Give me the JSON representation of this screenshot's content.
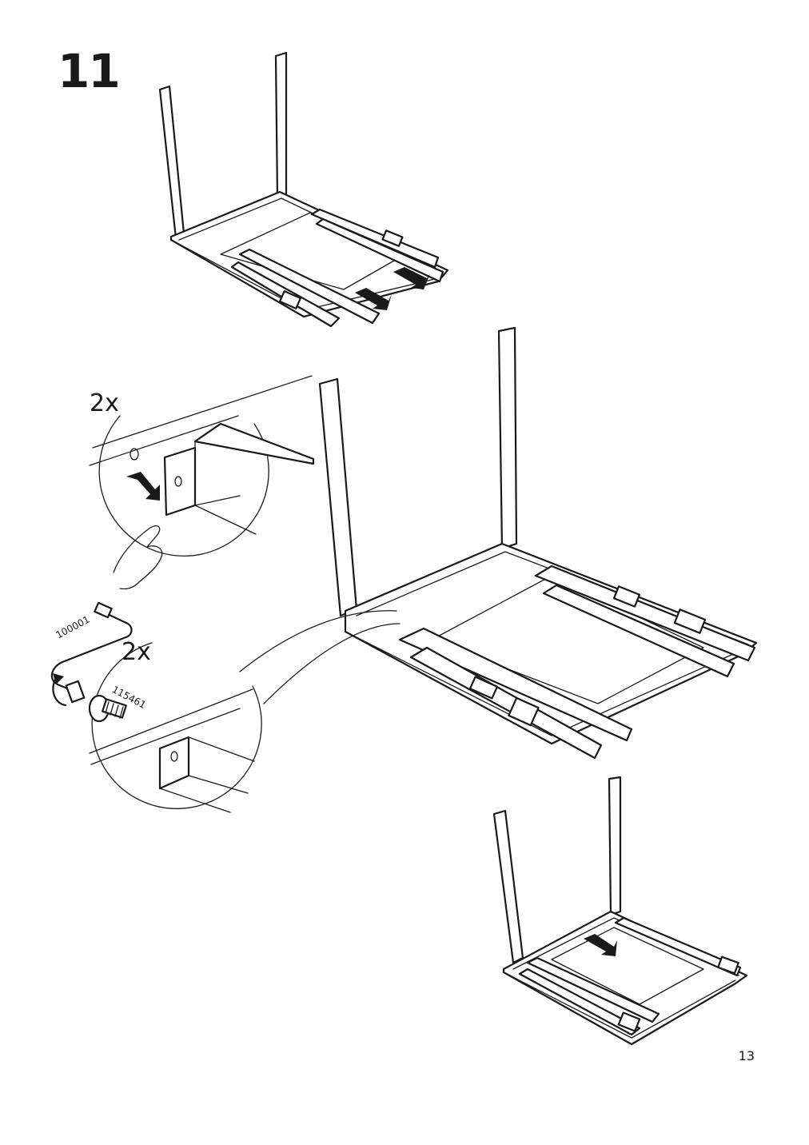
{
  "step": {
    "number": "11"
  },
  "detail_insert": {
    "quantity": "2x"
  },
  "detail_screw": {
    "quantity": "2x"
  },
  "parts": {
    "allen_key": {
      "article_number": "100001",
      "icon": "allen-key-icon"
    },
    "screw": {
      "article_number": "115461",
      "icon": "screw-icon"
    }
  },
  "page": {
    "number": "13"
  }
}
